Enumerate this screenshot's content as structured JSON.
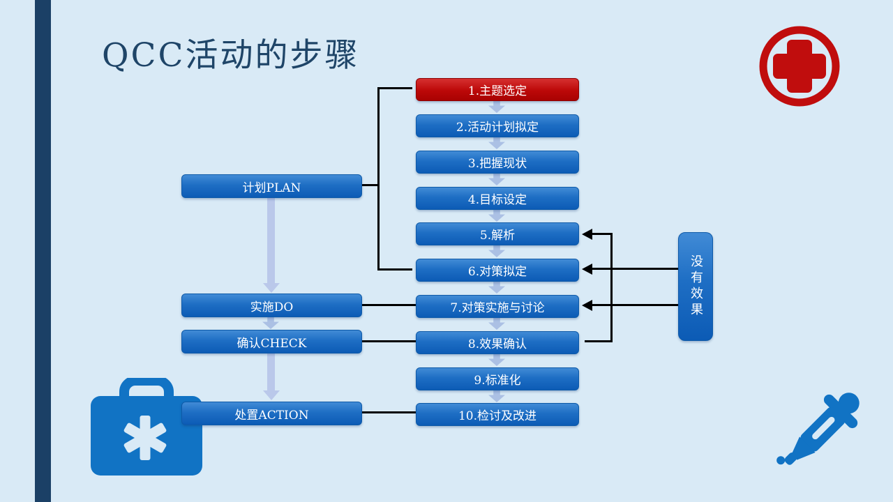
{
  "slide": {
    "title": "QCC活动的步骤"
  },
  "flow": {
    "steps": [
      {
        "label": "1.主题选定",
        "variant": "red"
      },
      {
        "label": "2.活动计划拟定",
        "variant": "blue"
      },
      {
        "label": "3.把握现状",
        "variant": "blue"
      },
      {
        "label": "4.目标设定",
        "variant": "blue"
      },
      {
        "label": "5.解析",
        "variant": "blue"
      },
      {
        "label": "6.对策拟定",
        "variant": "blue"
      },
      {
        "label": "7.对策实施与讨论",
        "variant": "blue"
      },
      {
        "label": "8.效果确认",
        "variant": "blue"
      },
      {
        "label": "9.标准化",
        "variant": "blue"
      },
      {
        "label": "10.检讨及改进",
        "variant": "blue"
      }
    ]
  },
  "pdca": {
    "plan": "计划PLAN",
    "do": "实施DO",
    "check": "确认CHECK",
    "action": "处置ACTION"
  },
  "side_note": {
    "label": "没有效果"
  },
  "icons": {
    "top_right": "red-cross-circle-icon",
    "bottom_left": "first-aid-bag-icon",
    "bottom_right": "medicine-dropper-icon"
  },
  "colors": {
    "background": "#D9EAF6",
    "accent_bar": "#1B4066",
    "title_text": "#1F4568",
    "box_blue_top": "#418BD6",
    "box_blue_bottom": "#0C5BB5",
    "box_red_top": "#D63030",
    "box_red_bottom": "#A80202",
    "soft_arrow": "#AFC3E6",
    "connector": "#000000",
    "icon_red": "#C00D0D",
    "icon_blue": "#1173C4"
  }
}
